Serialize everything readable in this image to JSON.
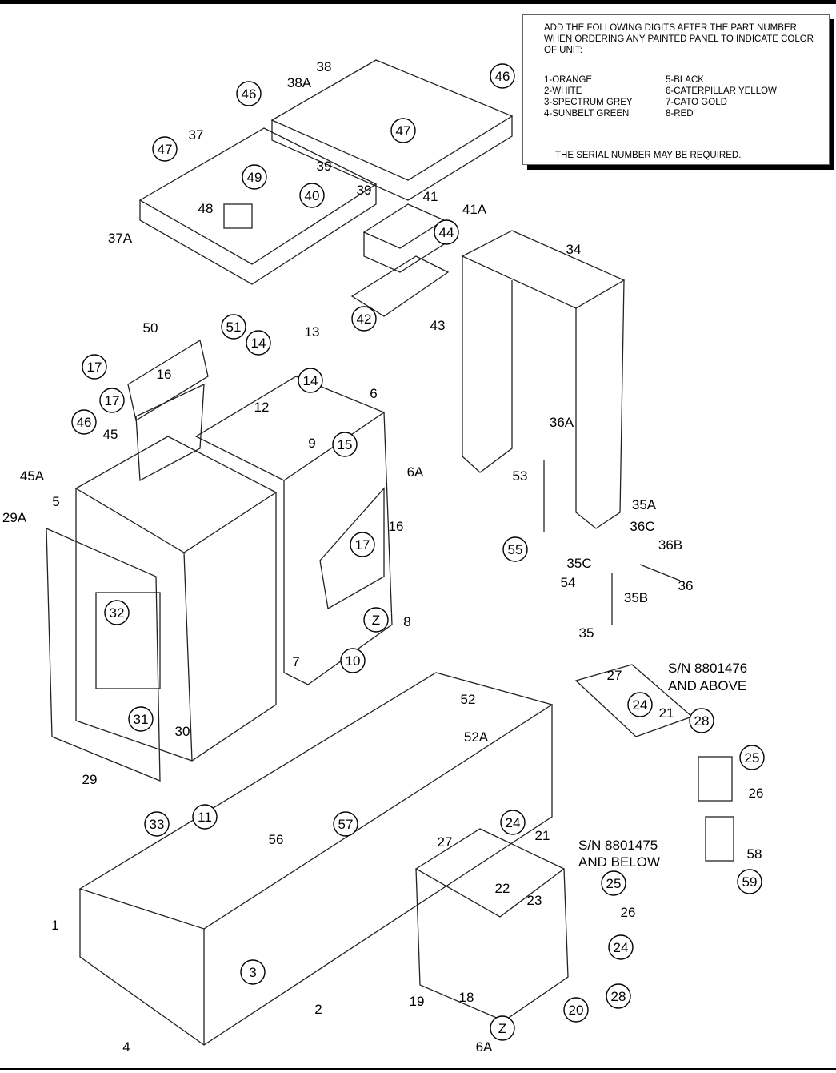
{
  "note": {
    "heading": "ADD THE FOLLOWING DIGITS AFTER THE PART NUMBER WHEN ORDERING ANY PAINTED PANEL TO INDICATE COLOR OF UNIT:",
    "colors_left": [
      "1-ORANGE",
      "2-WHITE",
      "3-SPECTRUM GREY",
      "4-SUNBELT GREEN"
    ],
    "colors_right": [
      "5-BLACK",
      "6-CATERPILLAR YELLOW",
      "7-CATO GOLD",
      "8-RED"
    ],
    "footer": "THE SERIAL NUMBER MAY BE REQUIRED."
  },
  "serial_notes": {
    "above": [
      "S/N 8801476",
      "AND ABOVE"
    ],
    "below": [
      "S/N 8801475",
      "AND BELOW"
    ]
  },
  "callouts": [
    {
      "label": "38",
      "circled": false
    },
    {
      "label": "38A",
      "circled": false
    },
    {
      "label": "46",
      "circled": true
    },
    {
      "label": "46",
      "circled": true
    },
    {
      "label": "37",
      "circled": false
    },
    {
      "label": "47",
      "circled": true
    },
    {
      "label": "47",
      "circled": true
    },
    {
      "label": "39",
      "circled": false
    },
    {
      "label": "40",
      "circled": true
    },
    {
      "label": "39",
      "circled": false
    },
    {
      "label": "49",
      "circled": true
    },
    {
      "label": "48",
      "circled": false
    },
    {
      "label": "37A",
      "circled": false
    },
    {
      "label": "41",
      "circled": false
    },
    {
      "label": "41A",
      "circled": false
    },
    {
      "label": "44",
      "circled": true
    },
    {
      "label": "42",
      "circled": true
    },
    {
      "label": "43",
      "circled": false
    },
    {
      "label": "34",
      "circled": false
    },
    {
      "label": "50",
      "circled": false
    },
    {
      "label": "51",
      "circled": true
    },
    {
      "label": "13",
      "circled": false
    },
    {
      "label": "14",
      "circled": true
    },
    {
      "label": "14",
      "circled": true
    },
    {
      "label": "17",
      "circled": true
    },
    {
      "label": "16",
      "circled": false
    },
    {
      "label": "17",
      "circled": true
    },
    {
      "label": "12",
      "circled": false
    },
    {
      "label": "6",
      "circled": false
    },
    {
      "label": "46",
      "circled": true
    },
    {
      "label": "45",
      "circled": false
    },
    {
      "label": "9",
      "circled": false
    },
    {
      "label": "15",
      "circled": true
    },
    {
      "label": "6A",
      "circled": false
    },
    {
      "label": "45A",
      "circled": false
    },
    {
      "label": "5",
      "circled": false
    },
    {
      "label": "29A",
      "circled": false
    },
    {
      "label": "36A",
      "circled": false
    },
    {
      "label": "53",
      "circled": false
    },
    {
      "label": "17",
      "circled": true
    },
    {
      "label": "16",
      "circled": false
    },
    {
      "label": "55",
      "circled": true
    },
    {
      "label": "54",
      "circled": false
    },
    {
      "label": "35A",
      "circled": false
    },
    {
      "label": "36C",
      "circled": false
    },
    {
      "label": "36B",
      "circled": false
    },
    {
      "label": "35C",
      "circled": false
    },
    {
      "label": "36",
      "circled": false
    },
    {
      "label": "35B",
      "circled": false
    },
    {
      "label": "35",
      "circled": false
    },
    {
      "label": "32",
      "circled": true
    },
    {
      "label": "7",
      "circled": false
    },
    {
      "label": "Z",
      "circled": true
    },
    {
      "label": "8",
      "circled": false
    },
    {
      "label": "10",
      "circled": true
    },
    {
      "label": "27",
      "circled": false
    },
    {
      "label": "24",
      "circled": true
    },
    {
      "label": "21",
      "circled": false
    },
    {
      "label": "52",
      "circled": false
    },
    {
      "label": "52A",
      "circled": false
    },
    {
      "label": "28",
      "circled": true
    },
    {
      "label": "25",
      "circled": true
    },
    {
      "label": "26",
      "circled": false
    },
    {
      "label": "58",
      "circled": false
    },
    {
      "label": "59",
      "circled": true
    },
    {
      "label": "31",
      "circled": true
    },
    {
      "label": "30",
      "circled": false
    },
    {
      "label": "29",
      "circled": false
    },
    {
      "label": "33",
      "circled": true
    },
    {
      "label": "11",
      "circled": true
    },
    {
      "label": "57",
      "circled": true
    },
    {
      "label": "24",
      "circled": true
    },
    {
      "label": "21",
      "circled": false
    },
    {
      "label": "56",
      "circled": false
    },
    {
      "label": "27",
      "circled": false
    },
    {
      "label": "22",
      "circled": false
    },
    {
      "label": "23",
      "circled": false
    },
    {
      "label": "25",
      "circled": true
    },
    {
      "label": "26",
      "circled": false
    },
    {
      "label": "24",
      "circled": true
    },
    {
      "label": "28",
      "circled": true
    },
    {
      "label": "1",
      "circled": false
    },
    {
      "label": "3",
      "circled": true
    },
    {
      "label": "2",
      "circled": false
    },
    {
      "label": "19",
      "circled": false
    },
    {
      "label": "18",
      "circled": false
    },
    {
      "label": "Z",
      "circled": true
    },
    {
      "label": "20",
      "circled": true
    },
    {
      "label": "6A",
      "circled": false
    },
    {
      "label": "4",
      "circled": false
    }
  ]
}
